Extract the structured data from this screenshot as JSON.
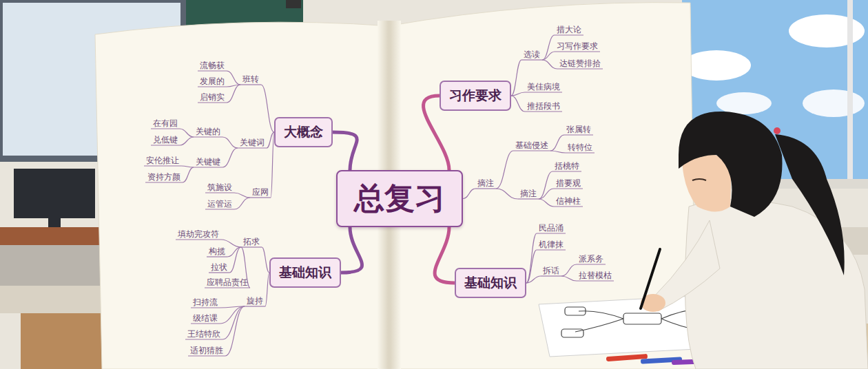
{
  "diagram": {
    "nodes": [
      {
        "text": [
          "总复习"
        ]
      },
      {
        "text": [
          "大概念"
        ]
      },
      {
        "text": [
          "基础知识"
        ]
      },
      {
        "text": [
          "习作要求"
        ]
      },
      {
        "text": [
          "基础知识"
        ]
      }
    ],
    "edges": [
      {
        "from": 0,
        "to": 1,
        "arrow": "none"
      },
      {
        "from": 0,
        "to": 2,
        "arrow": "none"
      },
      {
        "from": 0,
        "to": 3,
        "arrow": "none"
      },
      {
        "from": 0,
        "to": 4,
        "arrow": "none"
      }
    ],
    "labels": [
      "班转",
      "流畅获",
      "发展的",
      "启销实",
      "关键词",
      "关键的",
      "在有园",
      "兑低键",
      "关键键",
      "安伦推让",
      "资持方颜",
      "应网",
      "筑施设",
      "运管运",
      "拓求",
      "填劫完攻符",
      "构揽",
      "拉状",
      "应聘品责任",
      "旋持",
      "扫持流",
      "级结课",
      "王结特欣",
      "适初猜胜",
      "选读",
      "措大论",
      "习写作要求",
      "达链赞排拾",
      "美佳病境",
      "推括段书",
      "摘注",
      "基础侵述",
      "张属转",
      "转特位",
      "摘注",
      "括桃特",
      "措要观",
      "信神柱",
      "民品涌",
      "机律抹",
      "拆话",
      "派系务",
      "拉替模枯"
    ]
  }
}
